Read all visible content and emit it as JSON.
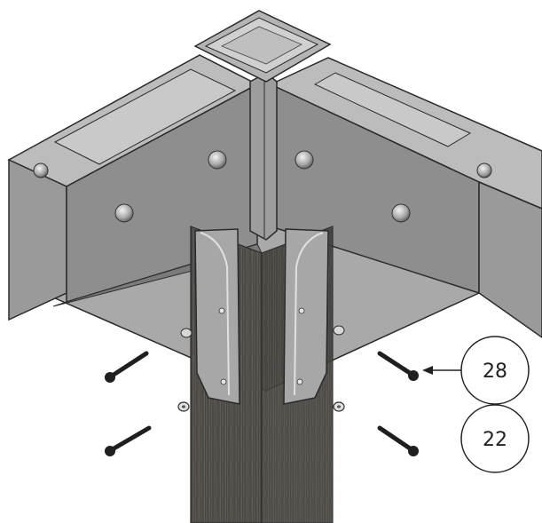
{
  "callouts": [
    {
      "number": "28",
      "part": "wood screw"
    },
    {
      "number": "22",
      "part": "washer"
    }
  ],
  "colors": {
    "metal_top": "#b9b9b9",
    "metal_side": "#8f8f8f",
    "metal_dark": "#6f6f6f",
    "metal_under": "#9b9b9b",
    "post_wood": "#5d5a56",
    "outline": "#2a2a2a",
    "screw": "#1f1f1f",
    "callout_stroke": "#222222"
  }
}
